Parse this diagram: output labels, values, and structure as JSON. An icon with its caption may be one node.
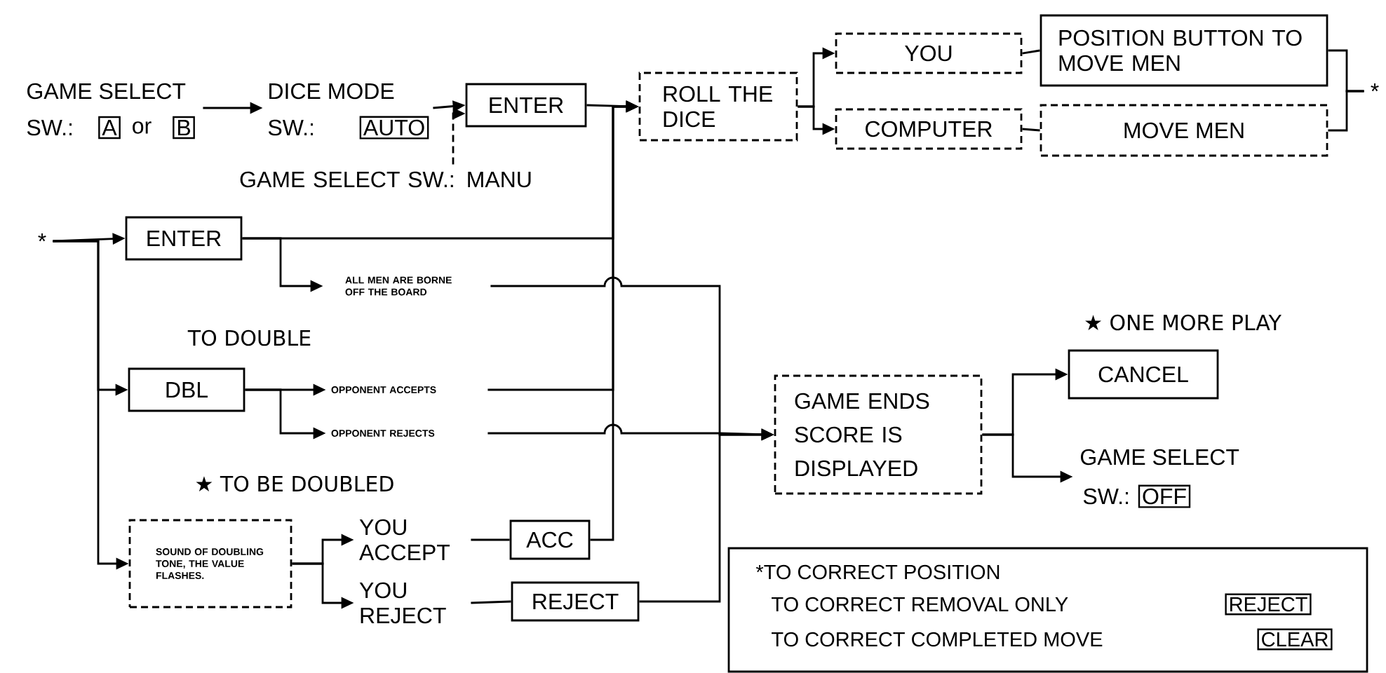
{
  "diagram": {
    "nodes": [
      {
        "text": [
          "GAME SELECT",
          "SW.:",
          "A",
          "or",
          "B"
        ]
      },
      {
        "text": [
          "DICE MODE",
          "SW.:",
          "AUTO"
        ]
      },
      {
        "text": [
          "GAME SELECT SW.: MANU"
        ]
      },
      {
        "text": [
          "ENTER"
        ]
      },
      {
        "text": [
          "ROLL THE DICE"
        ]
      },
      {
        "text": [
          "YOU"
        ]
      },
      {
        "text": [
          "COMPUTER"
        ]
      },
      {
        "text": [
          "POSITION BUTTON TO MOVE MEN"
        ]
      },
      {
        "text": [
          "MOVE MEN"
        ]
      },
      {
        "text": [
          "*"
        ]
      },
      {
        "text": [
          "*"
        ]
      },
      {
        "text": [
          "ENTER"
        ]
      },
      {
        "text": [
          "ALL MEN ARE BORNE OFF THE BOARD"
        ]
      },
      {
        "text": [
          "DBL"
        ]
      },
      {
        "text": [
          "OPPONENT ACCEPTS"
        ]
      },
      {
        "text": [
          "OPPONENT REJECTS"
        ]
      },
      {
        "text": [
          "SOUND OF DOUBLING TONE, THE VALUE FLASHES."
        ]
      },
      {
        "text": [
          "YOU ACCEPT"
        ]
      },
      {
        "text": [
          "YOU REJECT"
        ]
      },
      {
        "text": [
          "ACC"
        ]
      },
      {
        "text": [
          "REJECT"
        ]
      },
      {
        "text": [
          "GAME ENDS SCORE IS DISPLAYED"
        ]
      },
      {
        "text": [
          "CANCEL"
        ]
      },
      {
        "text": [
          "GAME SELECT",
          "SW.:",
          "OFF"
        ]
      },
      {
        "text": [
          "*TO CORRECT POSITION",
          "TO CORRECT REMOVAL ONLY",
          "REJECT",
          "TO CORRECT COMPLETED MOVE",
          "CLEAR"
        ]
      }
    ],
    "edges": [
      {
        "from": 0,
        "to": 1,
        "arrow": "to"
      },
      {
        "from": 1,
        "to": 3,
        "arrow": "to"
      },
      {
        "from": 2,
        "to": 3,
        "arrow": "to",
        "style": "dashed"
      },
      {
        "from": 3,
        "to": 4,
        "arrow": "to"
      },
      {
        "from": 4,
        "to": 5,
        "arrow": "to"
      },
      {
        "from": 4,
        "to": 6,
        "arrow": "to"
      },
      {
        "from": 5,
        "to": 7,
        "arrow": "none"
      },
      {
        "from": 6,
        "to": 8,
        "arrow": "none"
      },
      {
        "from": 7,
        "to": 9,
        "arrow": "none"
      },
      {
        "from": 8,
        "to": 9,
        "arrow": "none"
      },
      {
        "from": 10,
        "to": 11,
        "arrow": "to"
      },
      {
        "from": 10,
        "to": 13,
        "arrow": "to"
      },
      {
        "from": 10,
        "to": 16,
        "arrow": "to"
      },
      {
        "from": 11,
        "to": 12,
        "arrow": "to"
      },
      {
        "from": 11,
        "to": 4,
        "arrow": "to"
      },
      {
        "from": 12,
        "to": 21,
        "arrow": "to"
      },
      {
        "from": 13,
        "to": 14,
        "arrow": "to"
      },
      {
        "from": 13,
        "to": 15,
        "arrow": "to"
      },
      {
        "from": 14,
        "to": 4,
        "arrow": "to"
      },
      {
        "from": 15,
        "to": 21,
        "arrow": "to"
      },
      {
        "from": 16,
        "to": 17,
        "arrow": "to"
      },
      {
        "from": 16,
        "to": 18,
        "arrow": "to"
      },
      {
        "from": 17,
        "to": 19,
        "arrow": "none"
      },
      {
        "from": 18,
        "to": 20,
        "arrow": "none"
      },
      {
        "from": 19,
        "to": 4,
        "arrow": "to"
      },
      {
        "from": 20,
        "to": 21,
        "arrow": "to"
      },
      {
        "from": 21,
        "to": 22,
        "arrow": "to"
      },
      {
        "from": 21,
        "to": 23,
        "arrow": "to"
      }
    ],
    "labels": [
      "TO DOUBLE",
      "★ TO BE DOUBLED",
      "★ ONE MORE PLAY"
    ]
  }
}
